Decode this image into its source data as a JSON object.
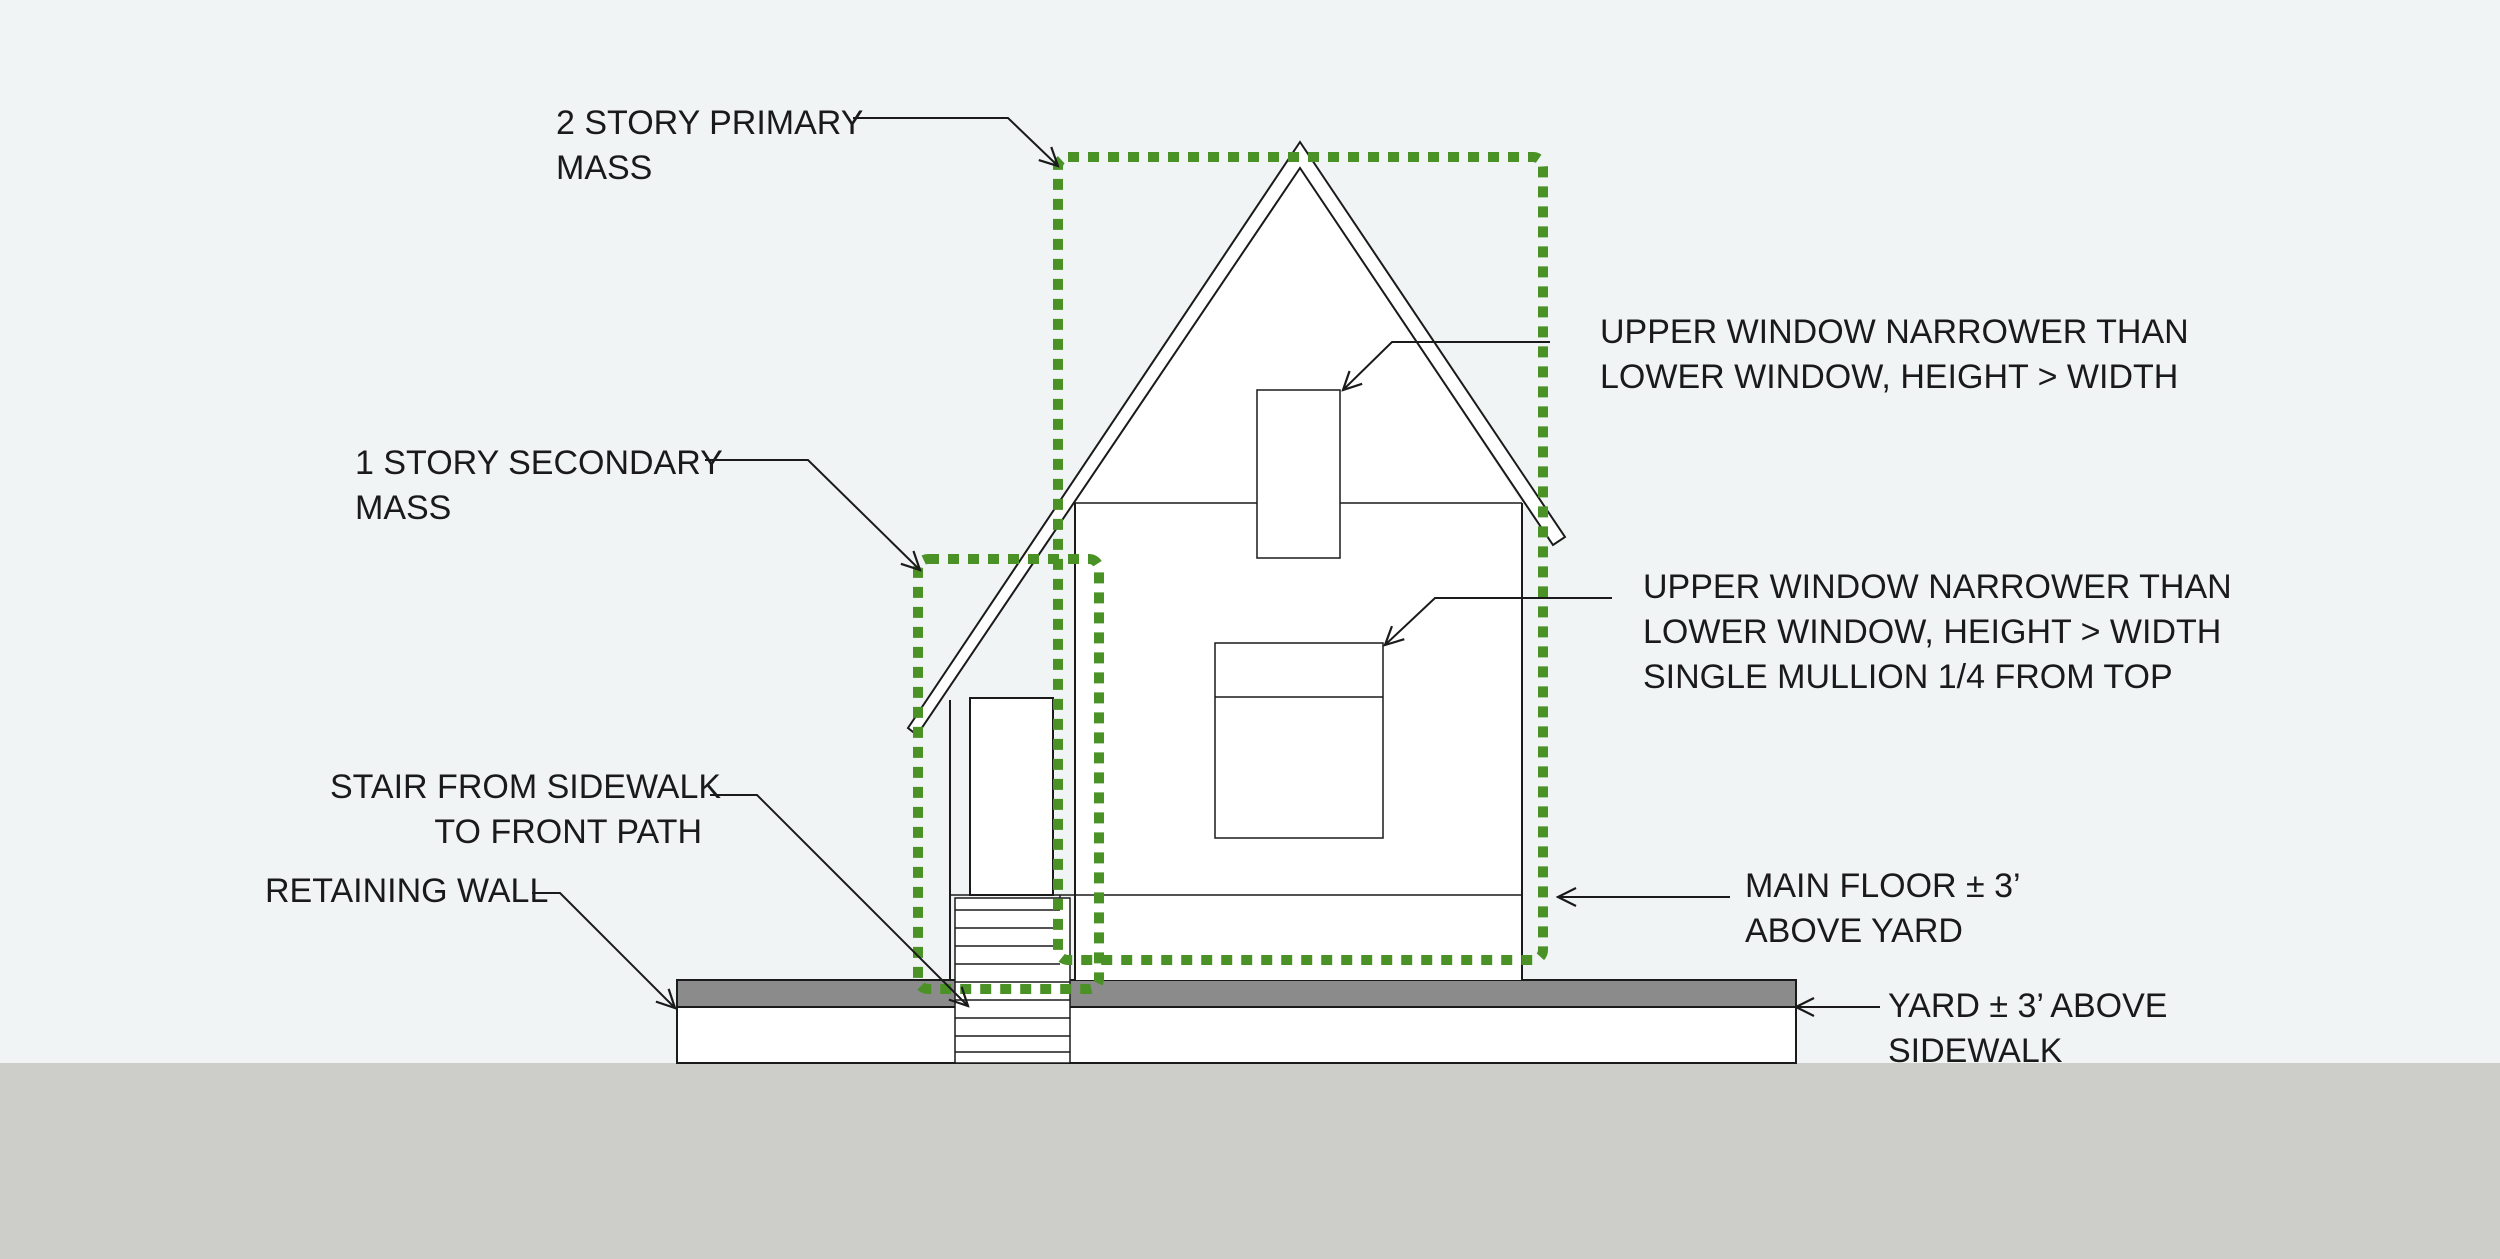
{
  "colors": {
    "background": "#f0f4f5",
    "ground": "#cdcdc9",
    "mass_outline": "#4a9226",
    "yard_band": "#8b8b8b",
    "line": "#1a1a1a",
    "fill": "#ffffff"
  },
  "labels": {
    "primary_mass": {
      "line1": "2 STORY PRIMARY",
      "line2": "MASS"
    },
    "secondary_mass": {
      "line1": "1 STORY SECONDARY",
      "line2": "MASS"
    },
    "upper_window": {
      "line1": "UPPER WINDOW NARROWER THAN",
      "line2": "LOWER WINDOW, HEIGHT > WIDTH"
    },
    "lower_window": {
      "line1": "UPPER WINDOW NARROWER THAN",
      "line2": "LOWER WINDOW, HEIGHT > WIDTH",
      "line3": "SINGLE MULLION 1/4 FROM TOP"
    },
    "stair": {
      "line1": "STAIR FROM SIDEWALK",
      "line2": "TO FRONT PATH"
    },
    "retaining_wall": {
      "line1": "RETAINING WALL"
    },
    "main_floor": {
      "line1": "MAIN FLOOR ± 3’",
      "line2": "ABOVE YARD"
    },
    "yard": {
      "line1": "YARD ± 3’ ABOVE",
      "line2": "SIDEWALK"
    }
  }
}
